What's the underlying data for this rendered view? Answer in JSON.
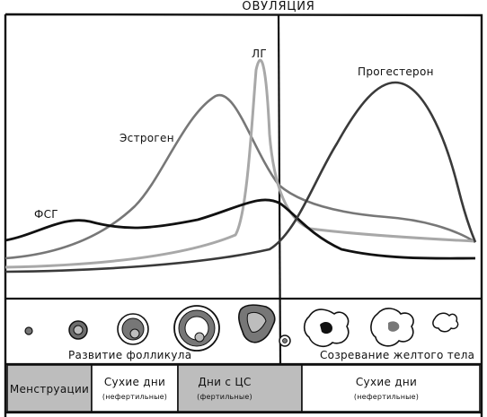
{
  "title": "ОВУЛЯЦИЯ",
  "hormones": {
    "fsh": "ФСГ",
    "estrogen": "Эстроген",
    "lh": "ЛГ",
    "progesterone": "Прогестерон"
  },
  "stages": {
    "follicle": "Развитие фолликула",
    "corpus_luteum": "Созревание желтого тела"
  },
  "phases": [
    {
      "label": "Менструации",
      "sublabel": "",
      "fill": "#bdbdbd"
    },
    {
      "label": "Сухие дни",
      "sublabel": "(нефертильные)",
      "fill": "#ffffff"
    },
    {
      "label": "Дни с ЦС",
      "sublabel": "(фертильные)",
      "fill": "#bdbdbd"
    },
    {
      "label": "Сухие дни",
      "sublabel": "(нефертильные)",
      "fill": "#ffffff"
    }
  ],
  "colors": {
    "fsh": "#111111",
    "estrogen": "#777777",
    "lh": "#a8a8a8",
    "progesterone": "#3a3a3a",
    "gray_cell": "#bdbdbd"
  }
}
